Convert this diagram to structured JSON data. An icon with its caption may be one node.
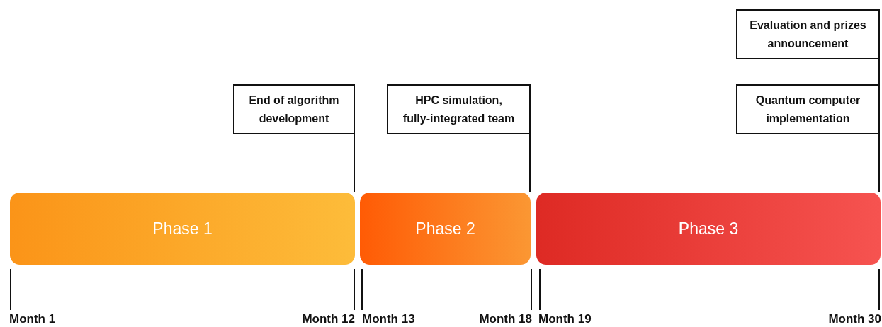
{
  "diagram": {
    "nodes": [
      {
        "text": [
          "Evaluation and prizes announcement"
        ]
      },
      {
        "text": [
          "End of algorithm development"
        ]
      },
      {
        "text": [
          "HPC simulation, fully-integrated team"
        ]
      },
      {
        "text": [
          "Quantum computer implementation"
        ]
      },
      {
        "text": [
          "Phase 1"
        ]
      },
      {
        "text": [
          "Phase 2"
        ]
      },
      {
        "text": [
          "Phase 3"
        ]
      },
      {
        "text": [
          "Month 1"
        ]
      },
      {
        "text": [
          "Month 12"
        ]
      },
      {
        "text": [
          "Month 13"
        ]
      },
      {
        "text": [
          "Month 18"
        ]
      },
      {
        "text": [
          "Month 19"
        ]
      },
      {
        "text": [
          "Month 30"
        ]
      }
    ],
    "edges": [
      {
        "from": 1,
        "to": 4,
        "arrow": "none"
      },
      {
        "from": 2,
        "to": 5,
        "arrow": "none"
      },
      {
        "from": 3,
        "to": 6,
        "arrow": "none"
      },
      {
        "from": 0,
        "to": 6,
        "arrow": "none"
      },
      {
        "from": 7,
        "to": 4,
        "arrow": "none"
      },
      {
        "from": 8,
        "to": 4,
        "arrow": "none"
      },
      {
        "from": 9,
        "to": 5,
        "arrow": "none"
      },
      {
        "from": 10,
        "to": 5,
        "arrow": "none"
      },
      {
        "from": 11,
        "to": 6,
        "arrow": "none"
      },
      {
        "from": 12,
        "to": 6,
        "arrow": "none"
      }
    ]
  }
}
